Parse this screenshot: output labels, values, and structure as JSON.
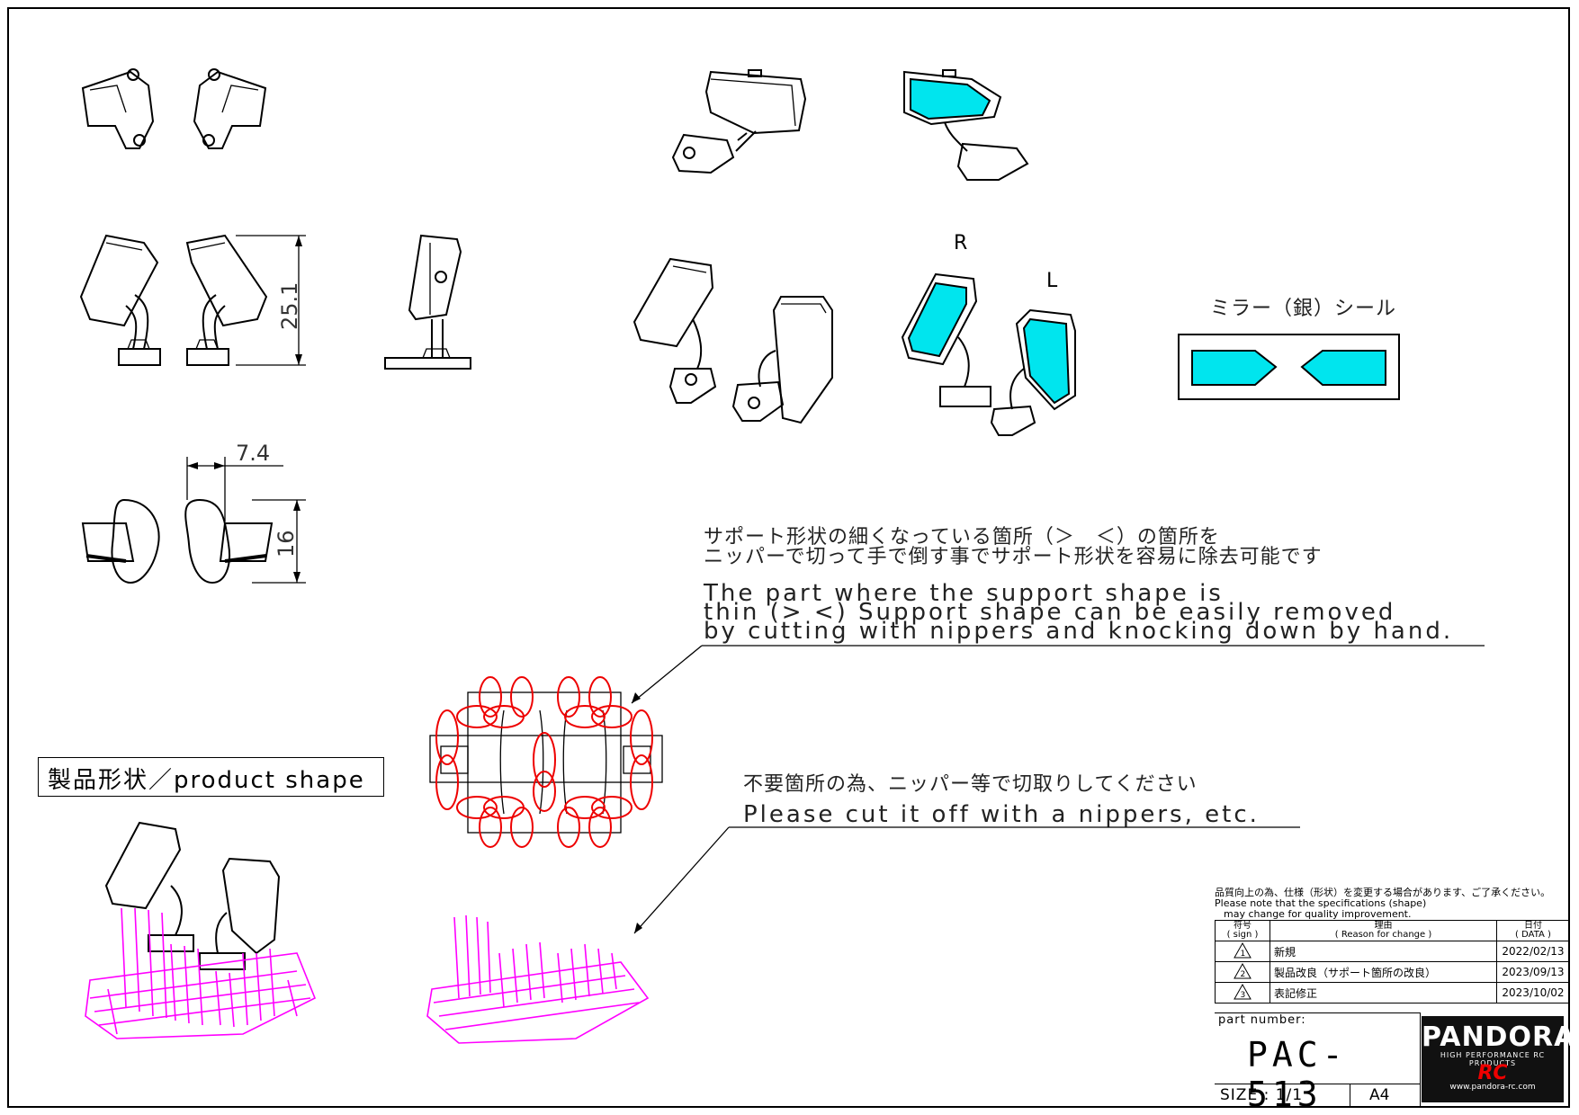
{
  "dimensions": {
    "height": "25.1",
    "width": "7.4",
    "depth": "16"
  },
  "view_labels": {
    "right": "R",
    "left": "L"
  },
  "sticker_label": "ミラー（銀）シール",
  "notes": {
    "support_jp_line1": "サポート形状の細くなっている箇所（＞　＜）の箇所を",
    "support_jp_line2": "ニッパーで切って手で倒す事でサポート形状を容易に除去可能です",
    "support_en_line1": "The part where the support shape is",
    "support_en_line2": " thin (> <) Support shape can be easily removed",
    "support_en_line3": " by cutting with nippers and knocking down by hand.",
    "cut_jp": "不要箇所の為、ニッパー等で切取りしてください",
    "cut_en": "Please cut it off with a nippers, etc."
  },
  "product_shape_label": "製品形状／product shape",
  "title_block": {
    "notice_jp": "品質向上の為、仕様（形状）を変更する場合があります、ご了承ください。",
    "notice_en_1": "Please note that the specifications (shape)",
    "notice_en_2": "may change for quality improvement.",
    "col_sign": "符号",
    "col_sign_en": "( sign )",
    "col_reason": "理由",
    "col_reason_en": "( Reason for change )",
    "col_date": "日付",
    "col_date_en": "( DATA )",
    "revisions": [
      {
        "sign": "1",
        "reason": "新規",
        "date": "2022/02/13"
      },
      {
        "sign": "2",
        "reason": "製品改良（サポート箇所の改良）",
        "date": "2023/09/13"
      },
      {
        "sign": "3",
        "reason": "表記修正",
        "date": "2023/10/02"
      }
    ],
    "part_number_label": "part number:",
    "part_number": "PAC-513",
    "size_label": "SIZE : 1/1",
    "paper": "A4"
  },
  "logo": {
    "brand": "PANDORA",
    "tagline": "HIGH PERFORMANCE RC PRODUCTS",
    "rc": "RC",
    "url": "www.pandora-rc.com"
  },
  "colors": {
    "mirror": "#00e5ee",
    "support_print": "#ff00ff",
    "cut_marks": "#ee0000"
  }
}
